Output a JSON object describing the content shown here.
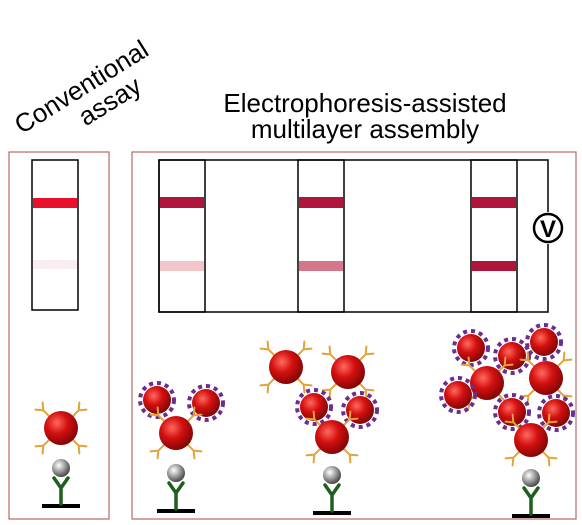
{
  "labels": {
    "conventional_line1": "Conventional",
    "conventional_line2": "assay",
    "ema_line1": "Electrophoresis-assisted",
    "ema_line2": "multilayer assembly",
    "voltage_symbol": "V"
  },
  "colors": {
    "panel_border": "#b86a63",
    "strip_border": "#000000",
    "conventional_test_line": "#e8112d",
    "conventional_control_line": "#fbeef0",
    "ema_test_line": "#b0163b",
    "ema_control_lines": [
      "#f4c4cb",
      "#d5768a",
      "#b0163b"
    ],
    "sphere": "#d41010",
    "antibody_arm": "#e3a23a",
    "capture_antibody": "#1e5e1e",
    "ring_dashes": "#6b2d8e",
    "base_bar": "#000000"
  },
  "icons": [
    "antibody-icon",
    "nanoparticle-icon",
    "capture-antibody-icon",
    "voltmeter-icon"
  ]
}
